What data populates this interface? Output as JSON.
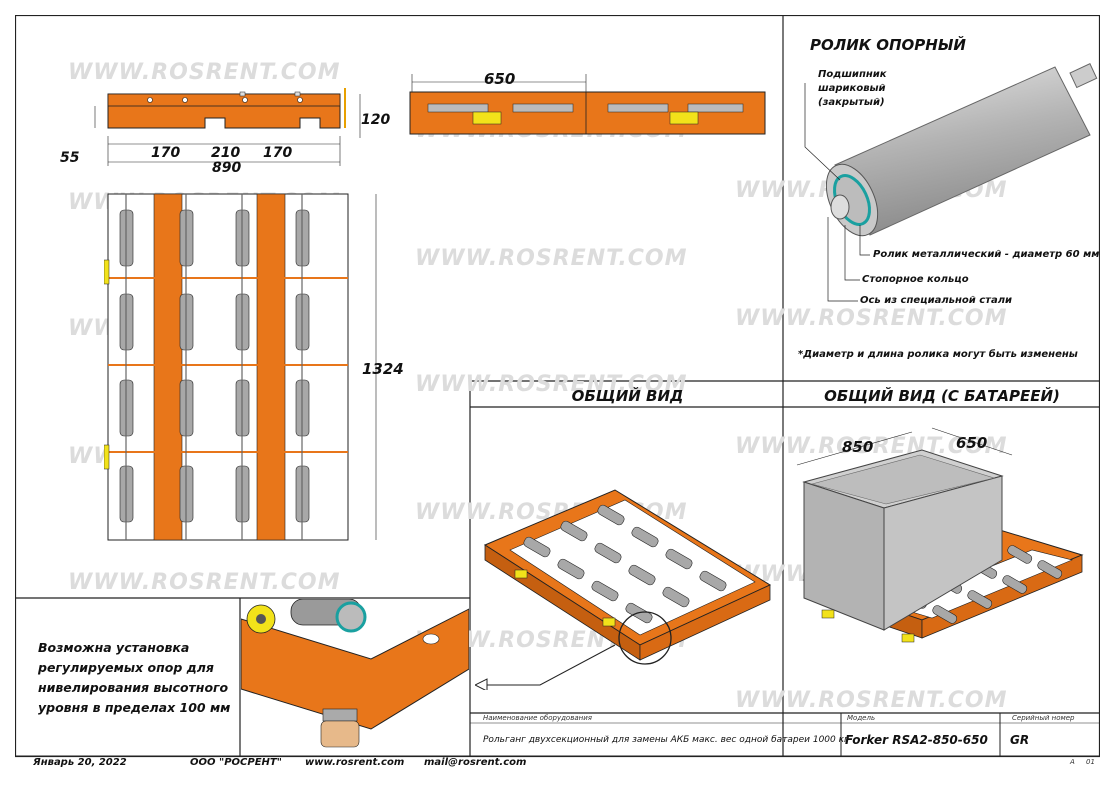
{
  "watermark": "WWW.ROSRENT.COM",
  "colors": {
    "frame": "#e8761a",
    "roller": "#a8a8a8",
    "outline": "#222222",
    "accent_ring": "#1aa0a0",
    "battery": "#b8b8b8"
  },
  "plan": {
    "top_view_dims": {
      "d650": "650",
      "d120": "120",
      "d55": "55",
      "d170a": "170",
      "d210": "210",
      "d170b": "170",
      "d890": "890",
      "d1324": "1324"
    }
  },
  "roller_detail": {
    "title": "РОЛИК ОПОРНЫЙ",
    "bearing_label_1": "Подшипник",
    "bearing_label_2": "шариковый",
    "bearing_label_3": "(закрытый)",
    "roller_label": "Ролик металлический - диаметр 60 мм",
    "ring_label": "Стопорное кольцо",
    "axle_label": "Ось из специальной стали",
    "note": "*Диаметр и длина ролика могут быть изменены"
  },
  "general_view": {
    "title": "ОБЩИЙ ВИД"
  },
  "battery_view": {
    "title": "ОБЩИЙ ВИД (С БАТАРЕЕЙ)",
    "d850": "850",
    "d650": "650"
  },
  "feet_note": {
    "line1": "Возможна установка",
    "line2": "регулируемых опор для",
    "line3": "нивелирования высотного",
    "line4": "уровня в пределах 100 мм"
  },
  "title_block": {
    "equip_label": "Наименование оборудования",
    "equip_value": "Рольганг двухсекционный для замены АКБ макс. вес одной батареи 1000 кг",
    "model_label": "Модель",
    "model_value": "Forker RSA2-850-650",
    "serial_label": "Серийный номер",
    "serial_value": "GR",
    "sheet_a": "A",
    "sheet_of": "01"
  },
  "footer": {
    "date": "Январь 20, 2022",
    "company": "ООО \"РОСРЕНТ\"",
    "site": "www.rosrent.com",
    "mail": "mail@rosrent.com"
  }
}
